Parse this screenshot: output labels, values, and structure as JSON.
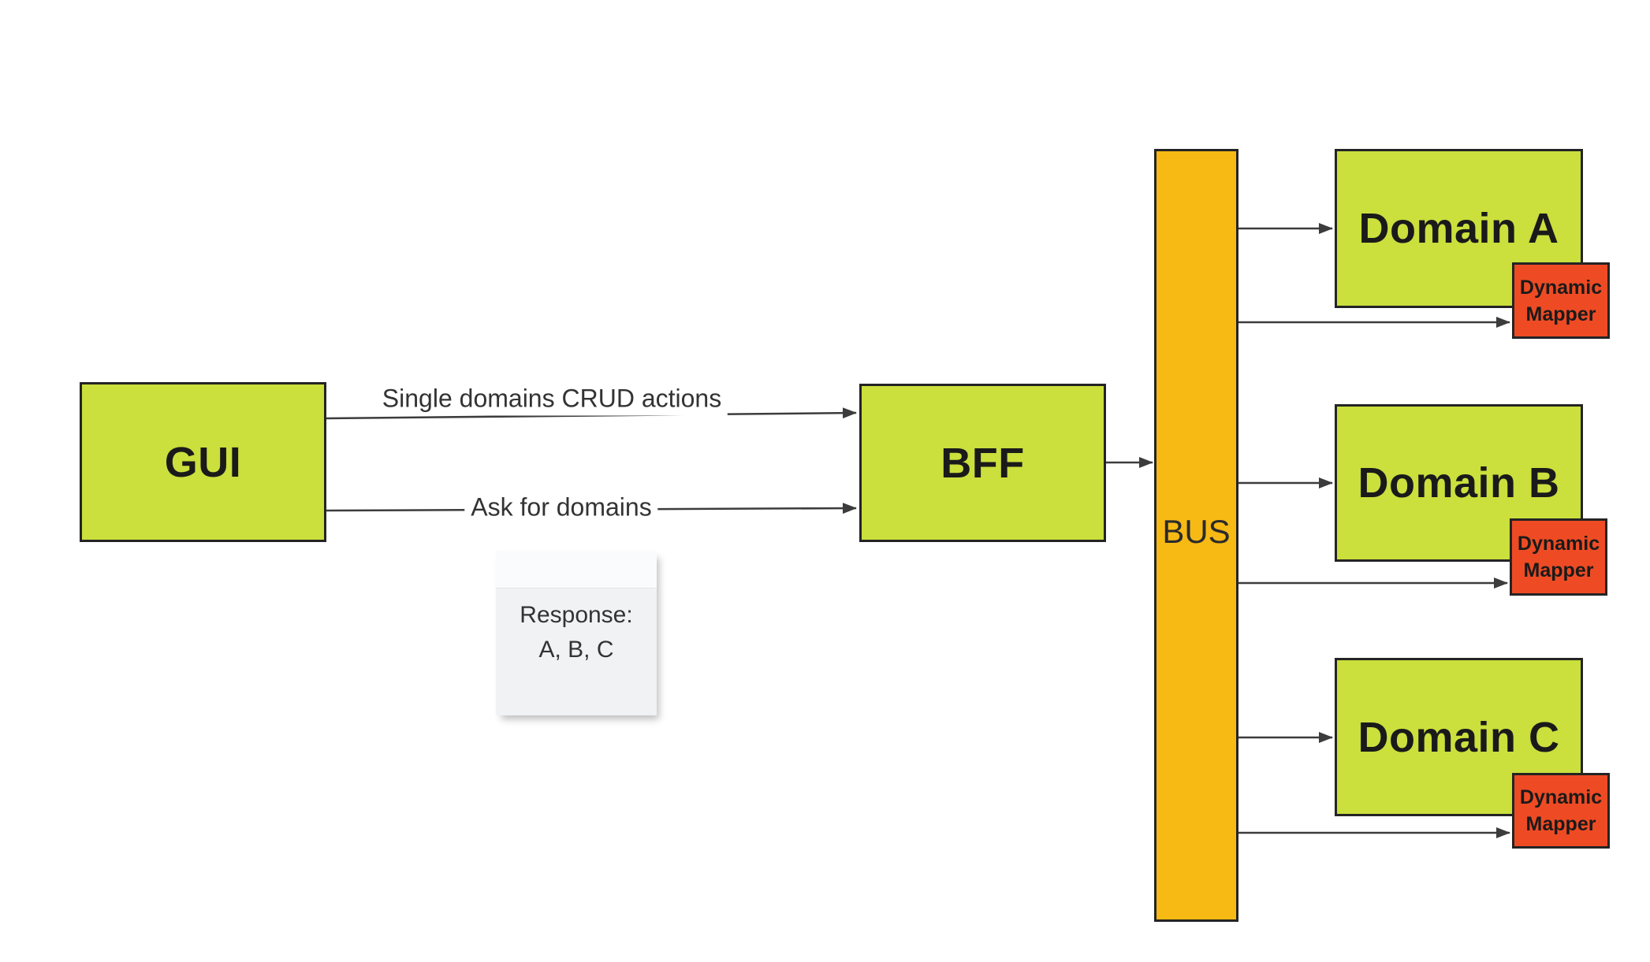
{
  "diagram": {
    "colors": {
      "canvas_bg": "#ffffff",
      "node_fill": "#cbdf3d",
      "bus_fill": "#f7ba14",
      "mapper_fill": "#ee4b24",
      "border": "#242424",
      "line": "#3c3c3c",
      "label_text": "#1a1a1a",
      "edge_text": "#333333",
      "bus_text": "#2b2b2b",
      "note_fill": "#f1f2f4",
      "note_top": "#fafbfc",
      "note_seam": "#e3e6e8",
      "note_shadow": "rgba(0,0,0,0.25)"
    },
    "nodes": {
      "gui": {
        "label": "GUI"
      },
      "bff": {
        "label": "BFF"
      },
      "bus": {
        "label": "BUS"
      },
      "domain_a": {
        "label": "Domain A"
      },
      "domain_b": {
        "label": "Domain B"
      },
      "domain_c": {
        "label": "Domain C"
      }
    },
    "mappers": [
      {
        "id": "a",
        "line1": "Dynamic",
        "line2": "Mapper"
      },
      {
        "id": "b",
        "line1": "Dynamic",
        "line2": "Mapper"
      },
      {
        "id": "c",
        "line1": "Dynamic",
        "line2": "Mapper"
      }
    ],
    "edges": {
      "crud": {
        "label": "Single domains CRUD actions"
      },
      "ask": {
        "label": "Ask for domains"
      }
    },
    "note": {
      "line1": "Response:",
      "line2": "A, B, C"
    }
  }
}
